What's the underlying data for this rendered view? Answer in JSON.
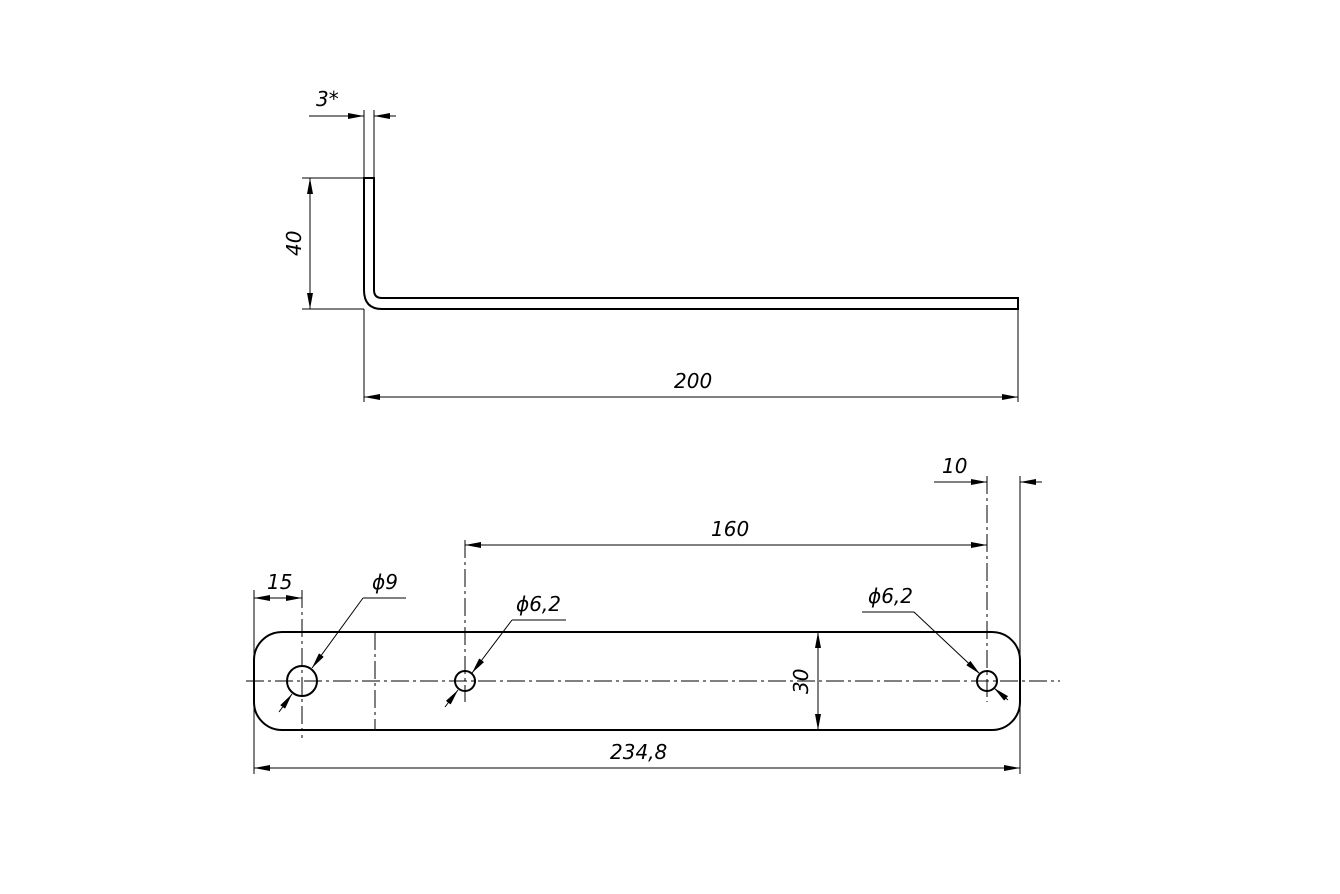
{
  "side_view": {
    "thickness_label": "3*",
    "height_label": "40",
    "length_label": "200"
  },
  "flat_view": {
    "edge_offset_left_label": "15",
    "edge_offset_right_label": "10",
    "hole_spacing_label": "160",
    "hole_large_label": "ϕ9",
    "hole_small_mid_label": "ϕ6,2",
    "hole_small_right_label": "ϕ6,2",
    "width_label": "30",
    "total_length_label": "234,8"
  }
}
